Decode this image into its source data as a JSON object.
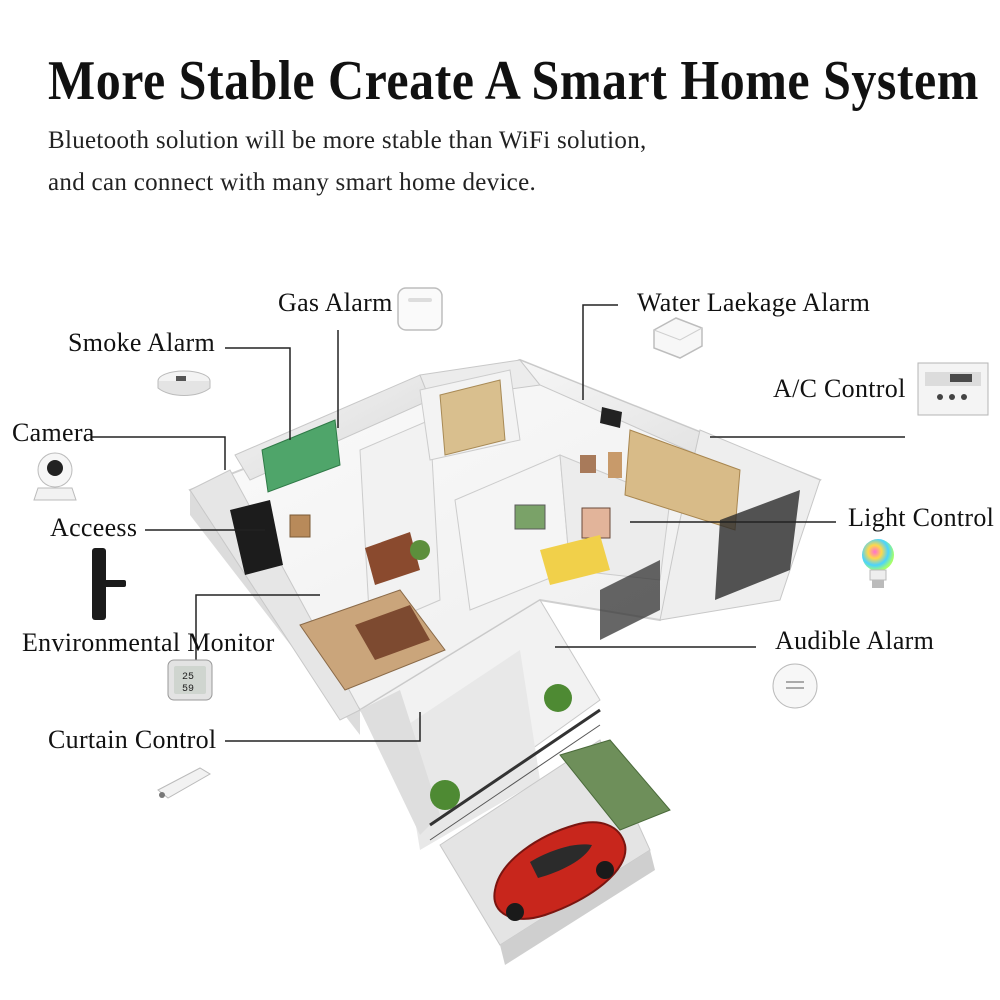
{
  "header": {
    "title": "More Stable Create A Smart Home System",
    "subtitle_line1": "Bluetooth solution will be more stable than WiFi solution,",
    "subtitle_line2": "and can connect with many smart home device."
  },
  "devices": {
    "gas_alarm": "Gas Alarm",
    "water_leakage_alarm": "Water Laekage Alarm",
    "smoke_alarm": "Smoke Alarm",
    "ac_control": "A/C Control",
    "camera": "Camera",
    "access": "Acceess",
    "light_control": "Light Control",
    "environmental_monitor": "Environmental Monitor",
    "audible_alarm": "Audible Alarm",
    "curtain_control": "Curtain Control"
  },
  "env_monitor_readings": {
    "temperature": "25",
    "humidity": "59"
  },
  "colors": {
    "text": "#111111",
    "leader_line": "#222222",
    "car": "#c8261c",
    "lawn": "#6e8f5a"
  }
}
